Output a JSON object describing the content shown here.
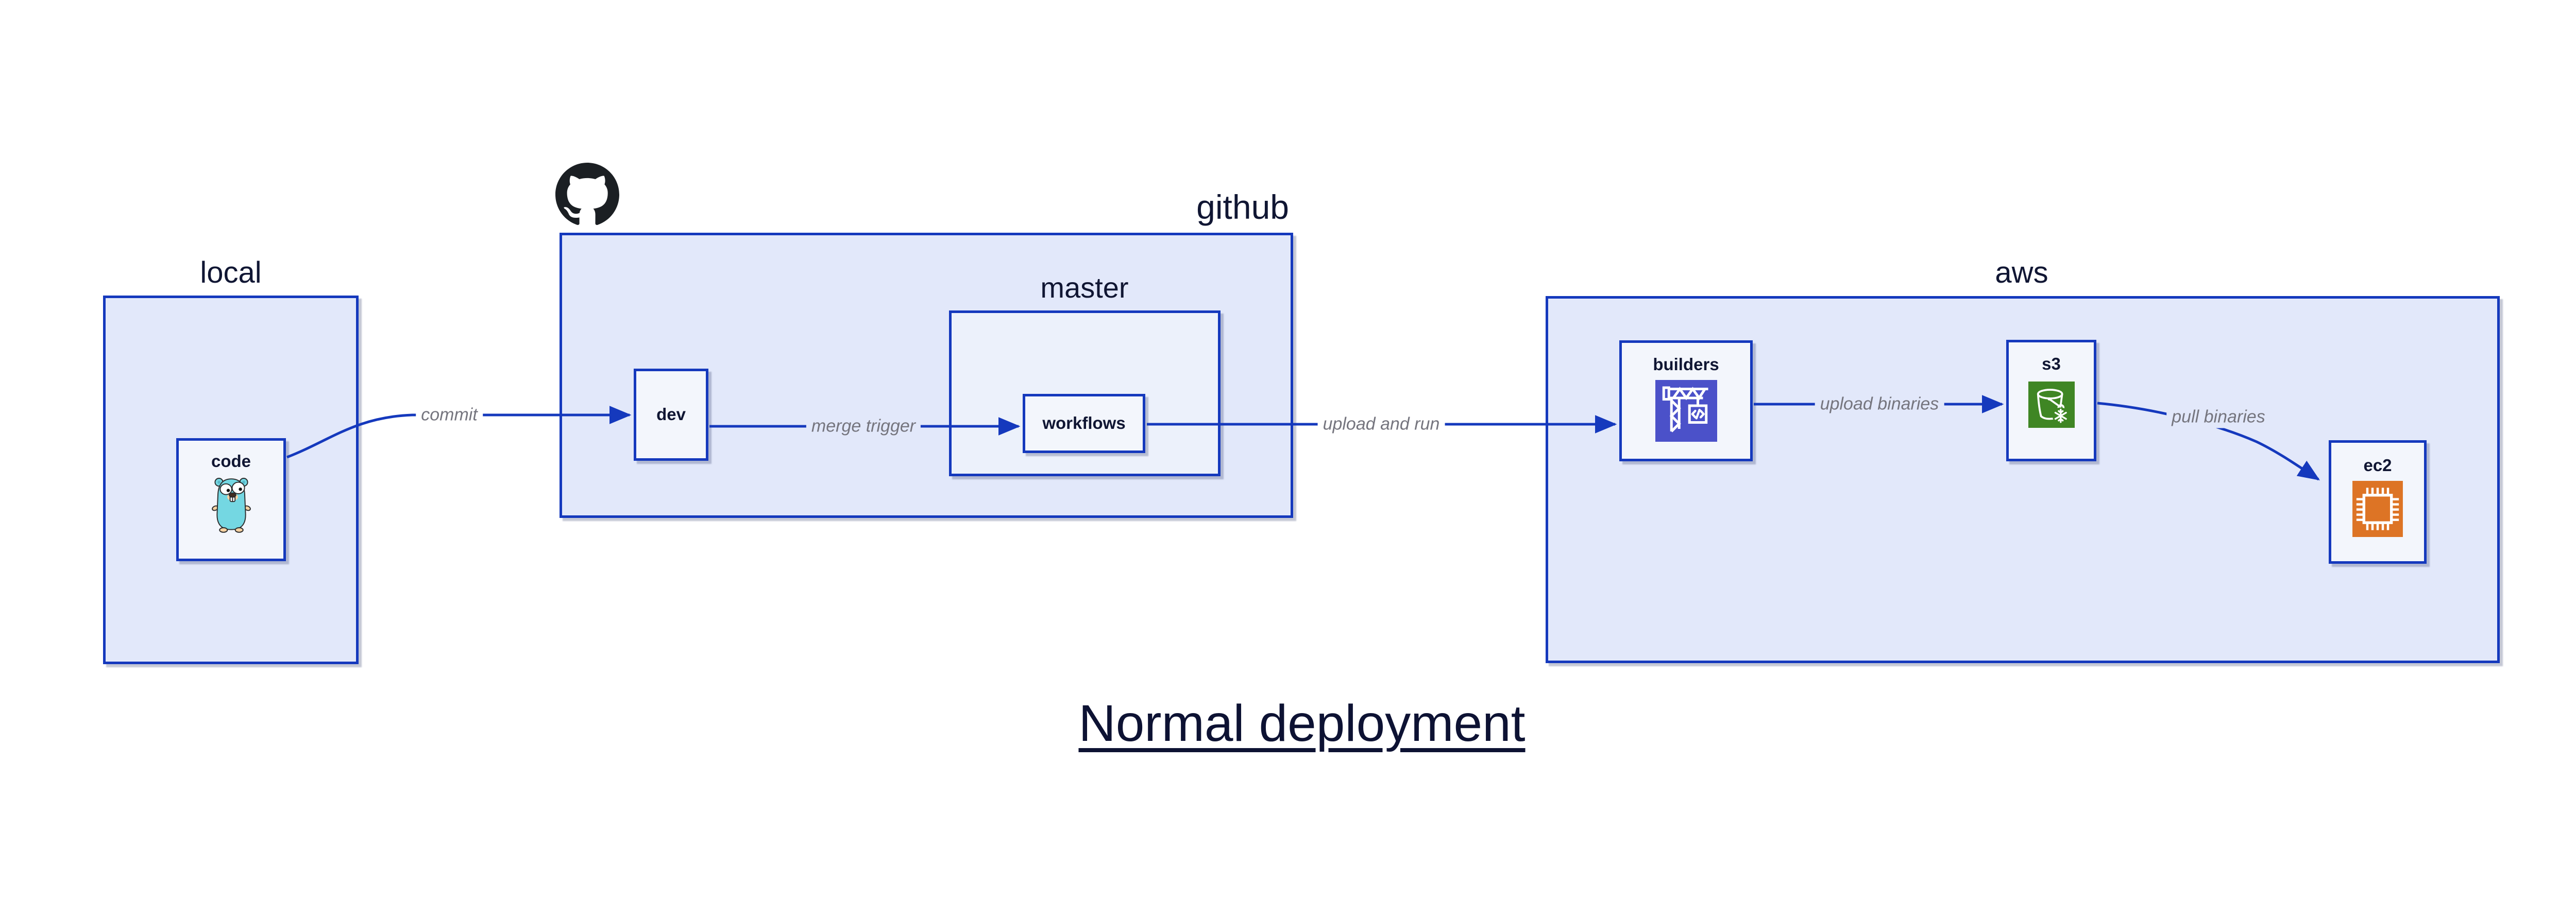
{
  "title": {
    "text": "Normal deployment"
  },
  "groups": {
    "local": {
      "label": "local"
    },
    "github": {
      "label": "github"
    },
    "master": {
      "label": "master"
    },
    "aws": {
      "label": "aws"
    }
  },
  "nodes": {
    "code": {
      "label": "code"
    },
    "dev": {
      "label": "dev"
    },
    "workflows": {
      "label": "workflows"
    },
    "builders": {
      "label": "builders"
    },
    "s3": {
      "label": "s3"
    },
    "ec2": {
      "label": "ec2"
    }
  },
  "edges": {
    "commit": {
      "label": "commit"
    },
    "merge_trigger": {
      "label": "merge trigger"
    },
    "upload_and_run": {
      "label": "upload and run"
    },
    "upload_binaries": {
      "label": "upload binaries"
    },
    "pull_binaries": {
      "label": "pull binaries"
    }
  },
  "icons": {
    "octocat": "github-octocat-icon",
    "gopher": "go-gopher-icon",
    "codebuild": "aws-codebuild-crane-icon",
    "glacier": "aws-s3-glacier-bucket-icon",
    "ec2chip": "aws-ec2-chip-icon"
  },
  "colors": {
    "edge_blue": "#1539BD",
    "group_fill": "#E2E8FA",
    "mid_fill": "#ECF1FB",
    "node_fill": "#F3F6FC",
    "text_navy": "#101633",
    "edge_gray": "#75757E",
    "codebuild_bg": "#4B51C9",
    "glacier_bg": "#3F8624",
    "ec2_bg": "#DD7425",
    "octocat": "#1B1F23"
  }
}
